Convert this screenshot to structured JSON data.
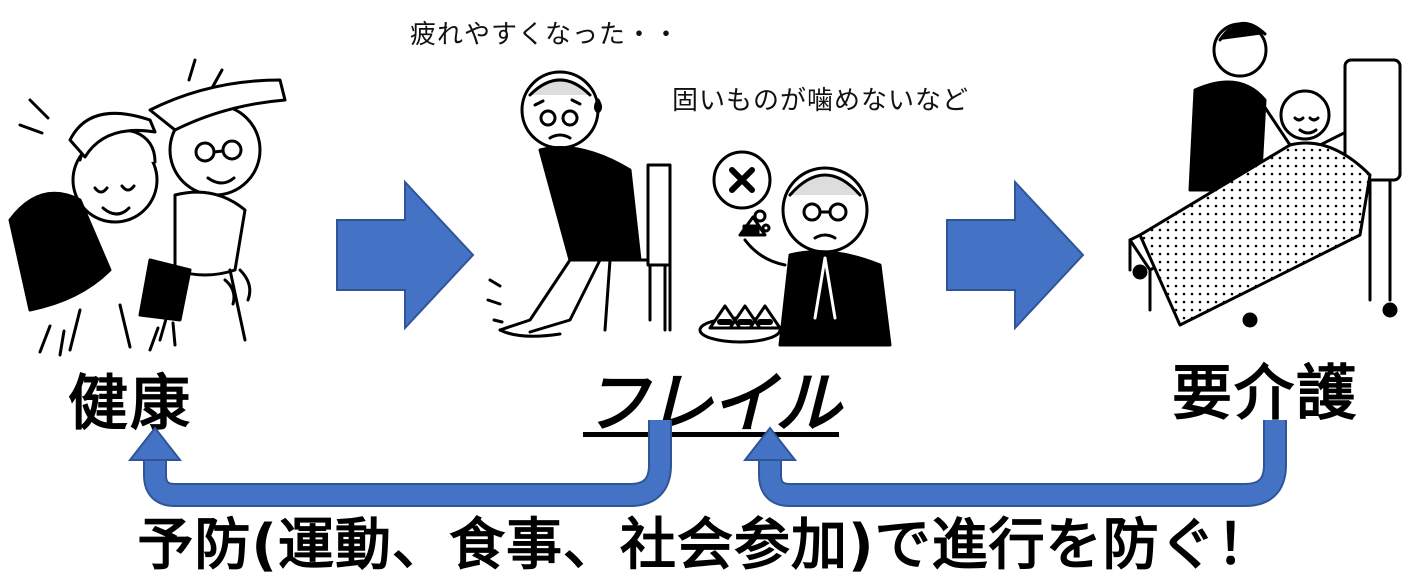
{
  "captions": {
    "fatigue": "疲れやすくなった・・",
    "chewing": "固いものが噛めないなど"
  },
  "stages": {
    "health": "健康",
    "frailty": "フレイル",
    "care": "要介護"
  },
  "bottom_message": "予防(運動、食事、社会参加)で進行を防ぐ！",
  "colors": {
    "arrow_fill": "#4472C4",
    "arrow_stroke": "#2F5597",
    "line": "#000000"
  },
  "icons": {
    "health": "stretching-elderly-couple-icon",
    "frailty_sitting": "tired-elderly-man-sitting-icon",
    "frailty_eating": "elderly-man-cannot-chew-icon",
    "care": "caregiver-bedridden-patient-icon"
  }
}
